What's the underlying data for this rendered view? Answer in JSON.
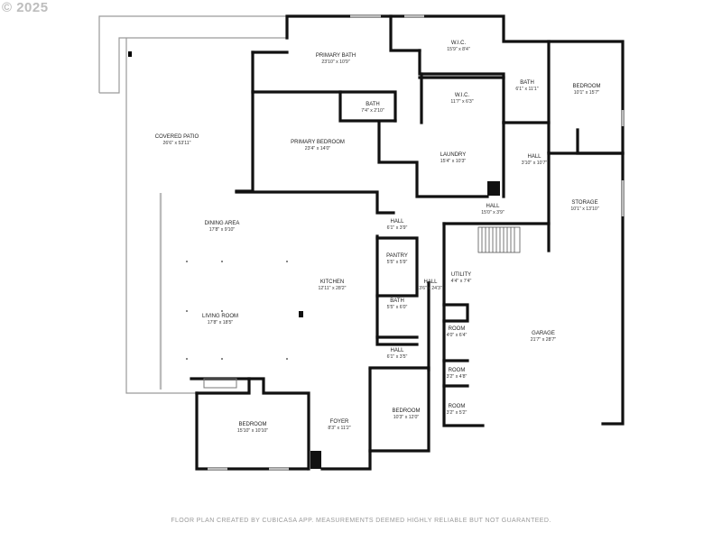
{
  "watermark": "© 2025",
  "footer": "FLOOR PLAN CREATED BY CUBICASA APP. MEASUREMENTS DEEMED HIGHLY RELIABLE BUT NOT GUARANTEED.",
  "rooms": {
    "covered_patio": {
      "name": "COVERED PATIO",
      "dim": "26'6\" x 53'11\""
    },
    "primary_bath": {
      "name": "PRIMARY BATH",
      "dim": "23'10\" x 10'9\""
    },
    "wic_1": {
      "name": "W.I.C.",
      "dim": "15'9\" x 8'4\""
    },
    "wic_2": {
      "name": "W.I.C.",
      "dim": "11'7\" x 6'3\""
    },
    "bath_top": {
      "name": "BATH",
      "dim": "6'1\" x 11'1\""
    },
    "bedroom_ne": {
      "name": "BEDROOM",
      "dim": "10'1\" x 15'7\""
    },
    "bath_small": {
      "name": "BATH",
      "dim": "7'4\" x 2'10\""
    },
    "primary_bedroom": {
      "name": "PRIMARY BEDROOM",
      "dim": "23'4\" x 14'0\""
    },
    "laundry": {
      "name": "LAUNDRY",
      "dim": "15'4\" x 10'3\""
    },
    "hall_ne": {
      "name": "HALL",
      "dim": "3'10\" x 10'7\""
    },
    "storage": {
      "name": "STORAGE",
      "dim": "10'1\" x 13'10\""
    },
    "hall_wide": {
      "name": "HALL",
      "dim": "15'0\" x 3'9\""
    },
    "hall_short": {
      "name": "HALL",
      "dim": "6'1\" x 3'9\""
    },
    "dining_area": {
      "name": "DINING AREA",
      "dim": "17'8\" x 9'10\""
    },
    "pantry": {
      "name": "PANTRY",
      "dim": "5'5\" x 5'9\""
    },
    "hall_long": {
      "name": "HALL",
      "dim": "3'6\" x 24'3\""
    },
    "utility": {
      "name": "UTILITY",
      "dim": "4'4\" x 7'4\""
    },
    "kitchen": {
      "name": "KITCHEN",
      "dim": "12'11\" x 28'2\""
    },
    "bath_mid": {
      "name": "BATH",
      "dim": "5'5\" x 6'0\""
    },
    "living_room": {
      "name": "LIVING ROOM",
      "dim": "17'8\" x 18'5\""
    },
    "room_1": {
      "name": "ROOM",
      "dim": "4'0\" x 6'4\""
    },
    "garage": {
      "name": "GARAGE",
      "dim": "21'7\" x 28'7\""
    },
    "hall_lower": {
      "name": "HALL",
      "dim": "6'1\" x 3'5\""
    },
    "room_2": {
      "name": "ROOM",
      "dim": "3'2\" x 4'8\""
    },
    "bedroom_s": {
      "name": "BEDROOM",
      "dim": "10'3\" x 12'0\""
    },
    "room_3": {
      "name": "ROOM",
      "dim": "3'2\" x 5'2\""
    },
    "bedroom_sw": {
      "name": "BEDROOM",
      "dim": "15'10\" x 10'10\""
    },
    "foyer": {
      "name": "FOYER",
      "dim": "8'3\" x 11'2\""
    }
  }
}
